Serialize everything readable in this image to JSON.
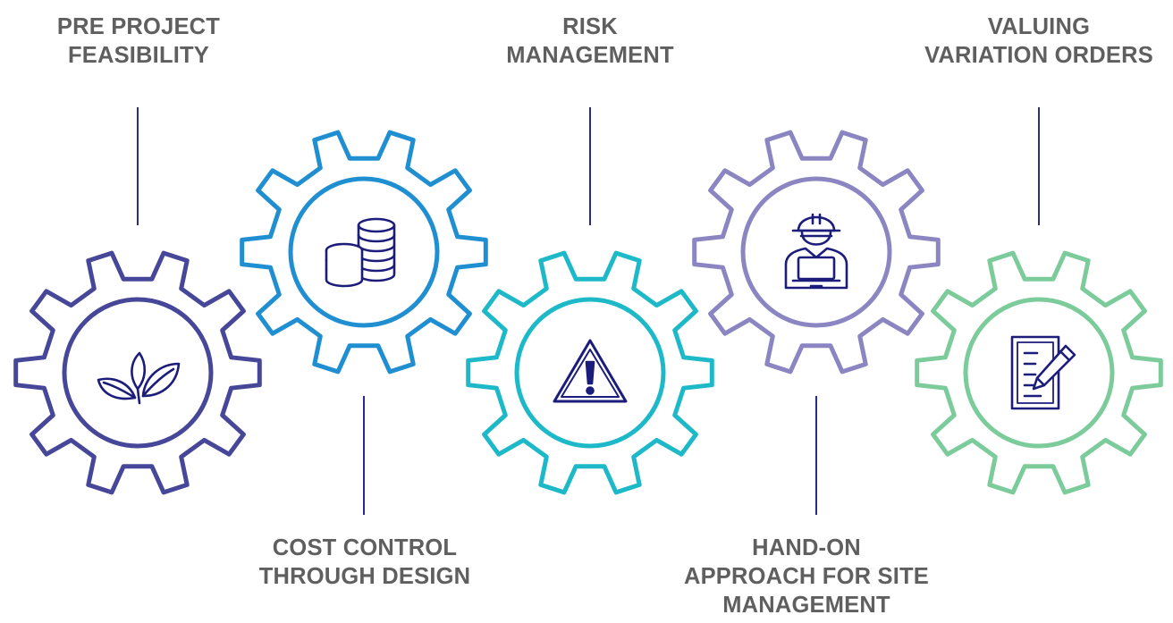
{
  "colors": {
    "label_text": "#5f5f5f",
    "connector": "#2b2b8c",
    "icon": "#1c1c7a"
  },
  "steps": [
    {
      "label_lines": [
        "PRE PROJECT",
        "FEASIBILITY"
      ],
      "icon": "plant-sprout-icon",
      "gear_color": "#47479a"
    },
    {
      "label_lines": [
        "COST CONTROL",
        "THROUGH DESIGN"
      ],
      "icon": "coin-stacks-icon",
      "gear_color": "#1f8fd2"
    },
    {
      "label_lines": [
        "RISK",
        "MANAGEMENT"
      ],
      "icon": "warning-triangle-icon",
      "gear_color": "#1db9c8"
    },
    {
      "label_lines": [
        "HAND-ON",
        "APPROACH FOR SITE",
        "MANAGEMENT"
      ],
      "icon": "engineer-laptop-icon",
      "gear_color": "#8b86c2"
    },
    {
      "label_lines": [
        "VALUING",
        "VARIATION ORDERS"
      ],
      "icon": "document-pen-icon",
      "gear_color": "#7ccb9b"
    }
  ]
}
